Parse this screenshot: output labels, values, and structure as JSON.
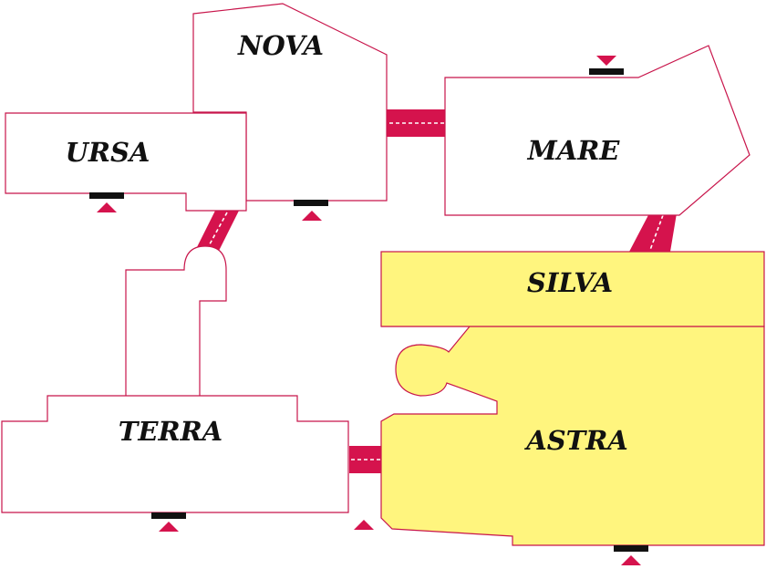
{
  "map": {
    "buildings": [
      {
        "id": "nova",
        "label": "NOVA",
        "highlighted": false
      },
      {
        "id": "ursa",
        "label": "URSA",
        "highlighted": false
      },
      {
        "id": "mare",
        "label": "MARE",
        "highlighted": false
      },
      {
        "id": "terra",
        "label": "TERRA",
        "highlighted": false
      },
      {
        "id": "silva",
        "label": "SILVA",
        "highlighted": true
      },
      {
        "id": "astra",
        "label": "ASTRA",
        "highlighted": true
      }
    ],
    "connections": [
      {
        "from": "ursa",
        "to": "terra"
      },
      {
        "from": "nova",
        "to": "mare"
      },
      {
        "from": "mare",
        "to": "silva"
      },
      {
        "from": "terra",
        "to": "astra"
      }
    ],
    "entrances": [
      "nova",
      "ursa",
      "mare",
      "terra",
      "astra"
    ]
  },
  "colors": {
    "building_fill": "#ffffff",
    "highlight_fill": "#fff57e",
    "outline": "#c8154b",
    "bridge": "#d5134d",
    "entrance_marker": "#d5134d",
    "entrance_bar": "#111111",
    "label": "#111111"
  }
}
